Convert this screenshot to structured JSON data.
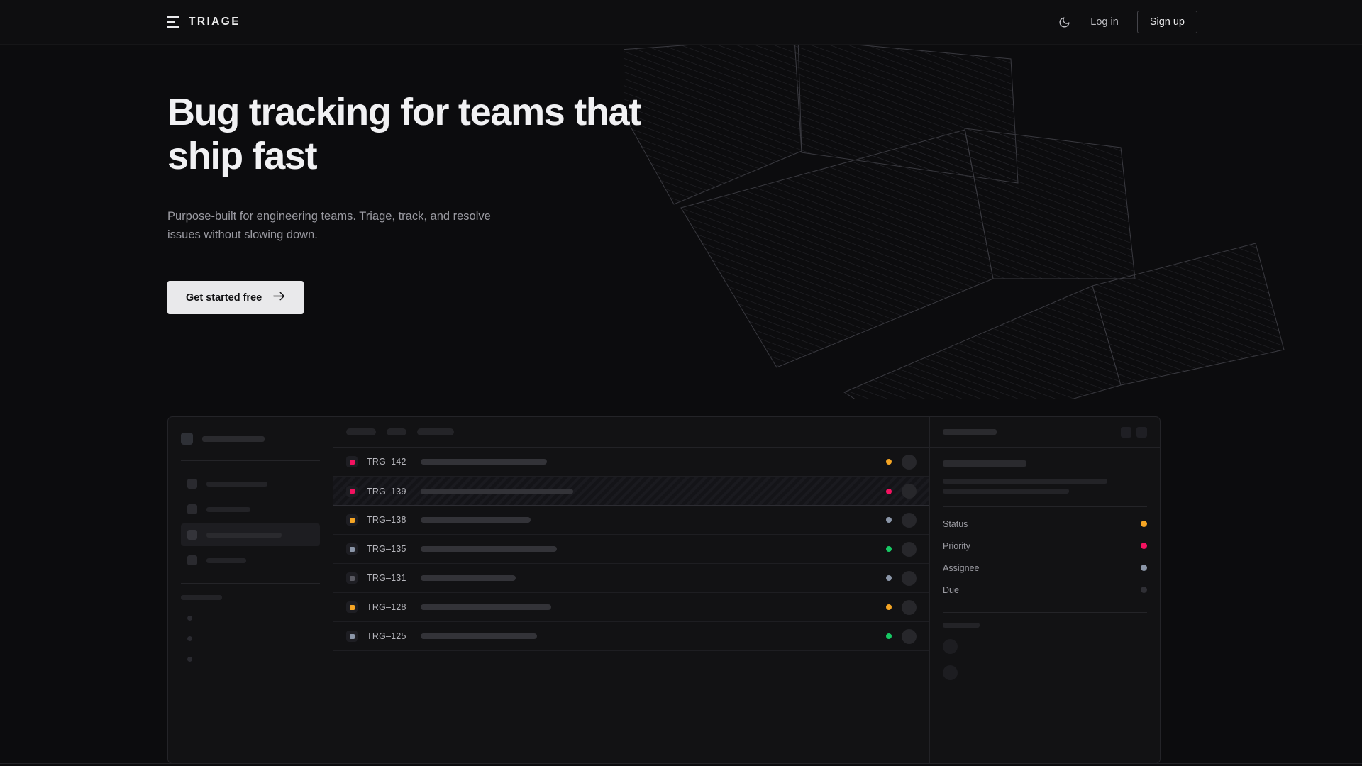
{
  "brand": {
    "name": "TRIAGE",
    "logo_icon": "stacked-bars-icon"
  },
  "nav": {
    "theme_toggle_icon": "moon-icon",
    "login_label": "Log in",
    "signup_label": "Sign up"
  },
  "hero": {
    "headline": "Bug tracking for teams that ship fast",
    "subcopy": "Purpose-built for engineering teams. Triage, track, and resolve issues without slowing down.",
    "cta_label": "Get started free",
    "cta_arrow_icon": "arrow-right-icon"
  },
  "colors": {
    "background": "#0c0c0e",
    "surface": "#121214",
    "border": "#242428",
    "accent_light": "#e9e9eb",
    "status_amber": "#f5a524",
    "status_pink": "#f31260",
    "status_green": "#17c964",
    "status_slate": "#8b96a8",
    "status_muted": "#2f2f35"
  },
  "mockup": {
    "sidebar": {
      "workspace_skeleton_width": 88,
      "nav_items": [
        {
          "label_width": 86,
          "active": false
        },
        {
          "label_width": 62,
          "active": false
        },
        {
          "label_width": 106,
          "active": true
        },
        {
          "label_width": 56,
          "active": false
        }
      ],
      "section_label_width": 58,
      "sub_dots": 3
    },
    "list_header": {
      "filter_pills": [
        42,
        28,
        52
      ]
    },
    "rows": [
      {
        "key": "TRG–142",
        "priority_color": "#f31260",
        "title_width": 178,
        "status_color": "#f5a524",
        "selected": false
      },
      {
        "key": "TRG–139",
        "priority_color": "#f31260",
        "title_width": 215,
        "status_color": "#f31260",
        "selected": true
      },
      {
        "key": "TRG–138",
        "priority_color": "#f5a524",
        "title_width": 155,
        "status_color": "#8b96a8",
        "selected": false
      },
      {
        "key": "TRG–135",
        "priority_color": "#8b96a8",
        "title_width": 192,
        "status_color": "#17c964",
        "selected": false
      },
      {
        "key": "TRG–131",
        "priority_color": "#5a5a62",
        "title_width": 134,
        "status_color": "#8b96a8",
        "selected": false
      },
      {
        "key": "TRG–128",
        "priority_color": "#f5a524",
        "title_width": 184,
        "status_color": "#f5a524",
        "selected": false
      },
      {
        "key": "TRG–125",
        "priority_color": "#8b96a8",
        "title_width": 164,
        "status_color": "#17c964",
        "selected": false
      }
    ],
    "detail": {
      "header_skeleton_width": 76,
      "header_buttons": 2,
      "title_skeleton_width": 118,
      "desc_line_widths": [
        232,
        178
      ],
      "meta": [
        {
          "label": "Status",
          "dot_color": "#f5a524"
        },
        {
          "label": "Priority",
          "dot_color": "#f31260"
        },
        {
          "label": "Assignee",
          "dot_color": "#8b96a8"
        },
        {
          "label": "Due",
          "dot_color": "#2f2f35"
        }
      ],
      "activity_label_width": 52,
      "activity_avatars": 2
    }
  }
}
